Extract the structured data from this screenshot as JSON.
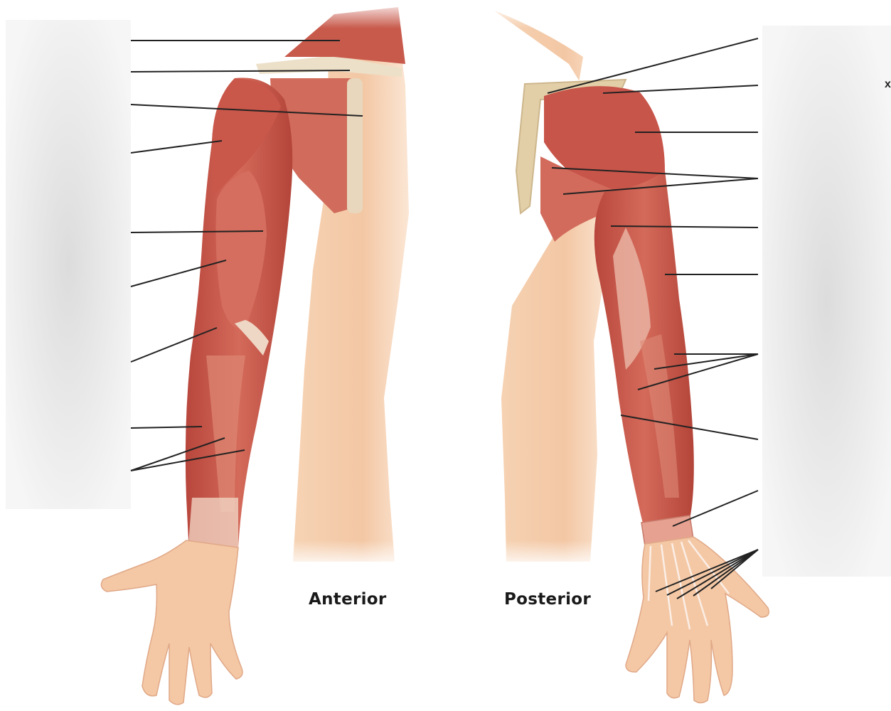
{
  "captions": {
    "anterior": "Anterior",
    "posterior": "Posterior"
  },
  "stray_mark": "x",
  "colors": {
    "skin": "#f3c9a7",
    "skin_shadow": "#e7a987",
    "muscle": "#c8574a",
    "muscle_light": "#de8270",
    "muscle_dark": "#a63b33",
    "tendon": "#f2e6da",
    "bone": "#e5d2ad",
    "leader_line": "#222222",
    "label_box": "#f2f2f2"
  },
  "label_boxes": {
    "left": "blank",
    "right": "blank"
  },
  "views": [
    {
      "name": "anterior-arm"
    },
    {
      "name": "posterior-arm"
    }
  ]
}
